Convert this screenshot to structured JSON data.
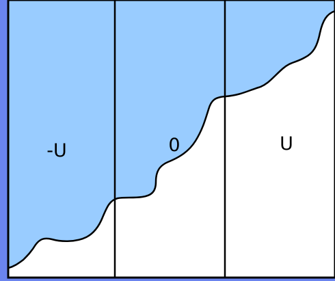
{
  "colors": {
    "frame_background": "#6b84ee",
    "panel_background": "#ffffff",
    "filled_region": "#99ccff",
    "line": "#000000"
  },
  "regions": [
    {
      "id": "left",
      "label": "-U"
    },
    {
      "id": "middle",
      "label": "0"
    },
    {
      "id": "right",
      "label": "U"
    }
  ]
}
